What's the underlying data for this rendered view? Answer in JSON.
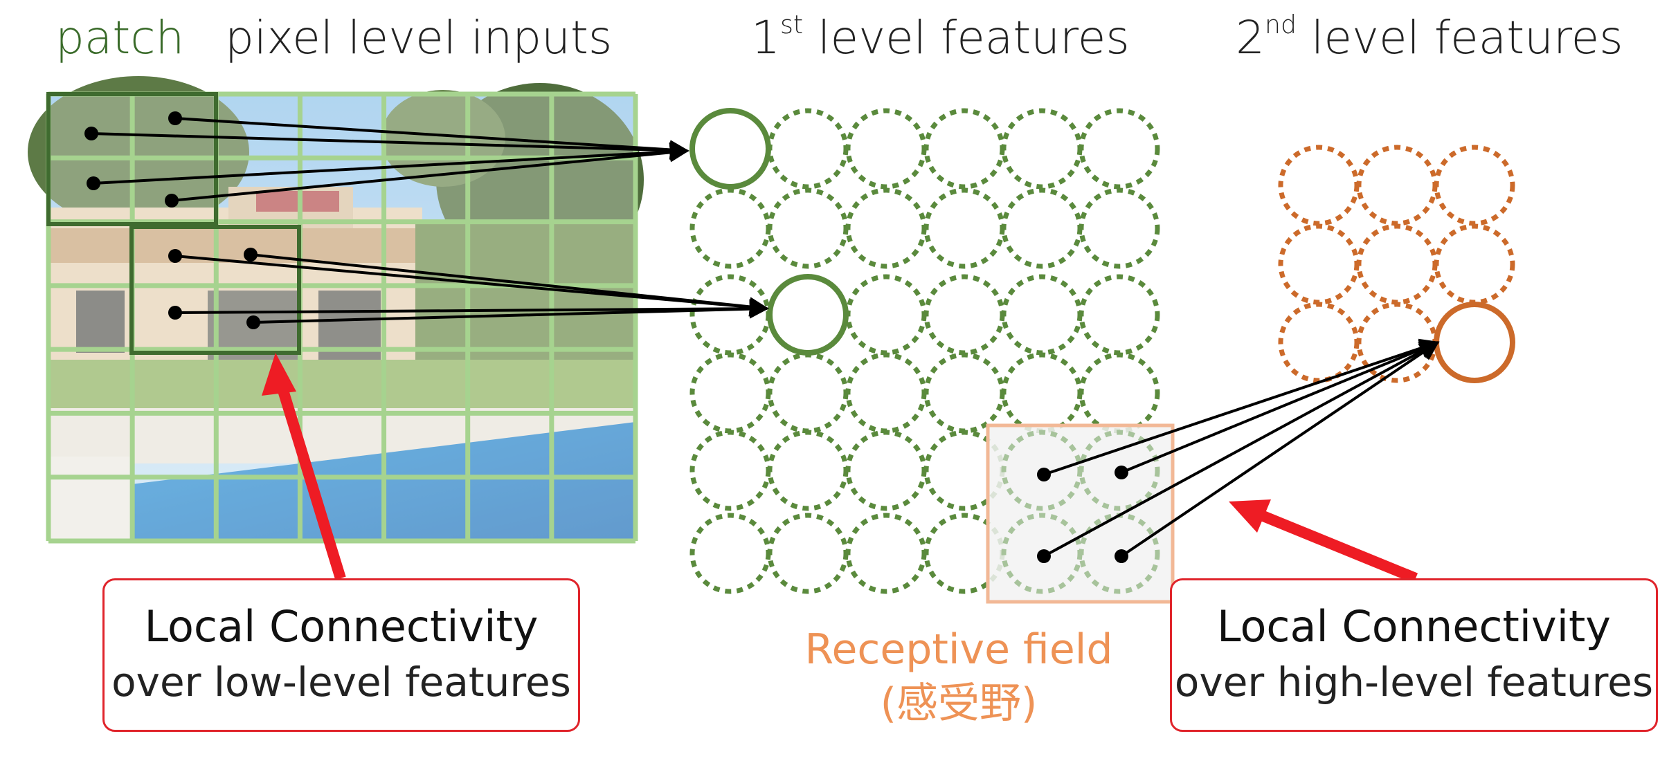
{
  "labels": {
    "patch": "patch",
    "pixel_inputs": "pixel level inputs",
    "first_level_num": "1",
    "first_level_sup": "st",
    "first_level_rest": " level features",
    "second_level_num": "2",
    "second_level_sup": "nd",
    "second_level_rest": " level features",
    "receptive_field": "Receptive field",
    "receptive_field_cn": "(感受野)"
  },
  "callouts": {
    "left": {
      "line1": "Local Connectivity",
      "line2": "over low-level features"
    },
    "right": {
      "line1": "Local Connectivity",
      "line2": "over high-level features"
    }
  },
  "colors": {
    "green_dark": "#3f6b2f",
    "green_light": "#a6d38f",
    "green_dotted": "#5a8a3c",
    "orange": "#cc6a2a",
    "orange_light": "#f2b896",
    "red": "#ee1c24"
  }
}
